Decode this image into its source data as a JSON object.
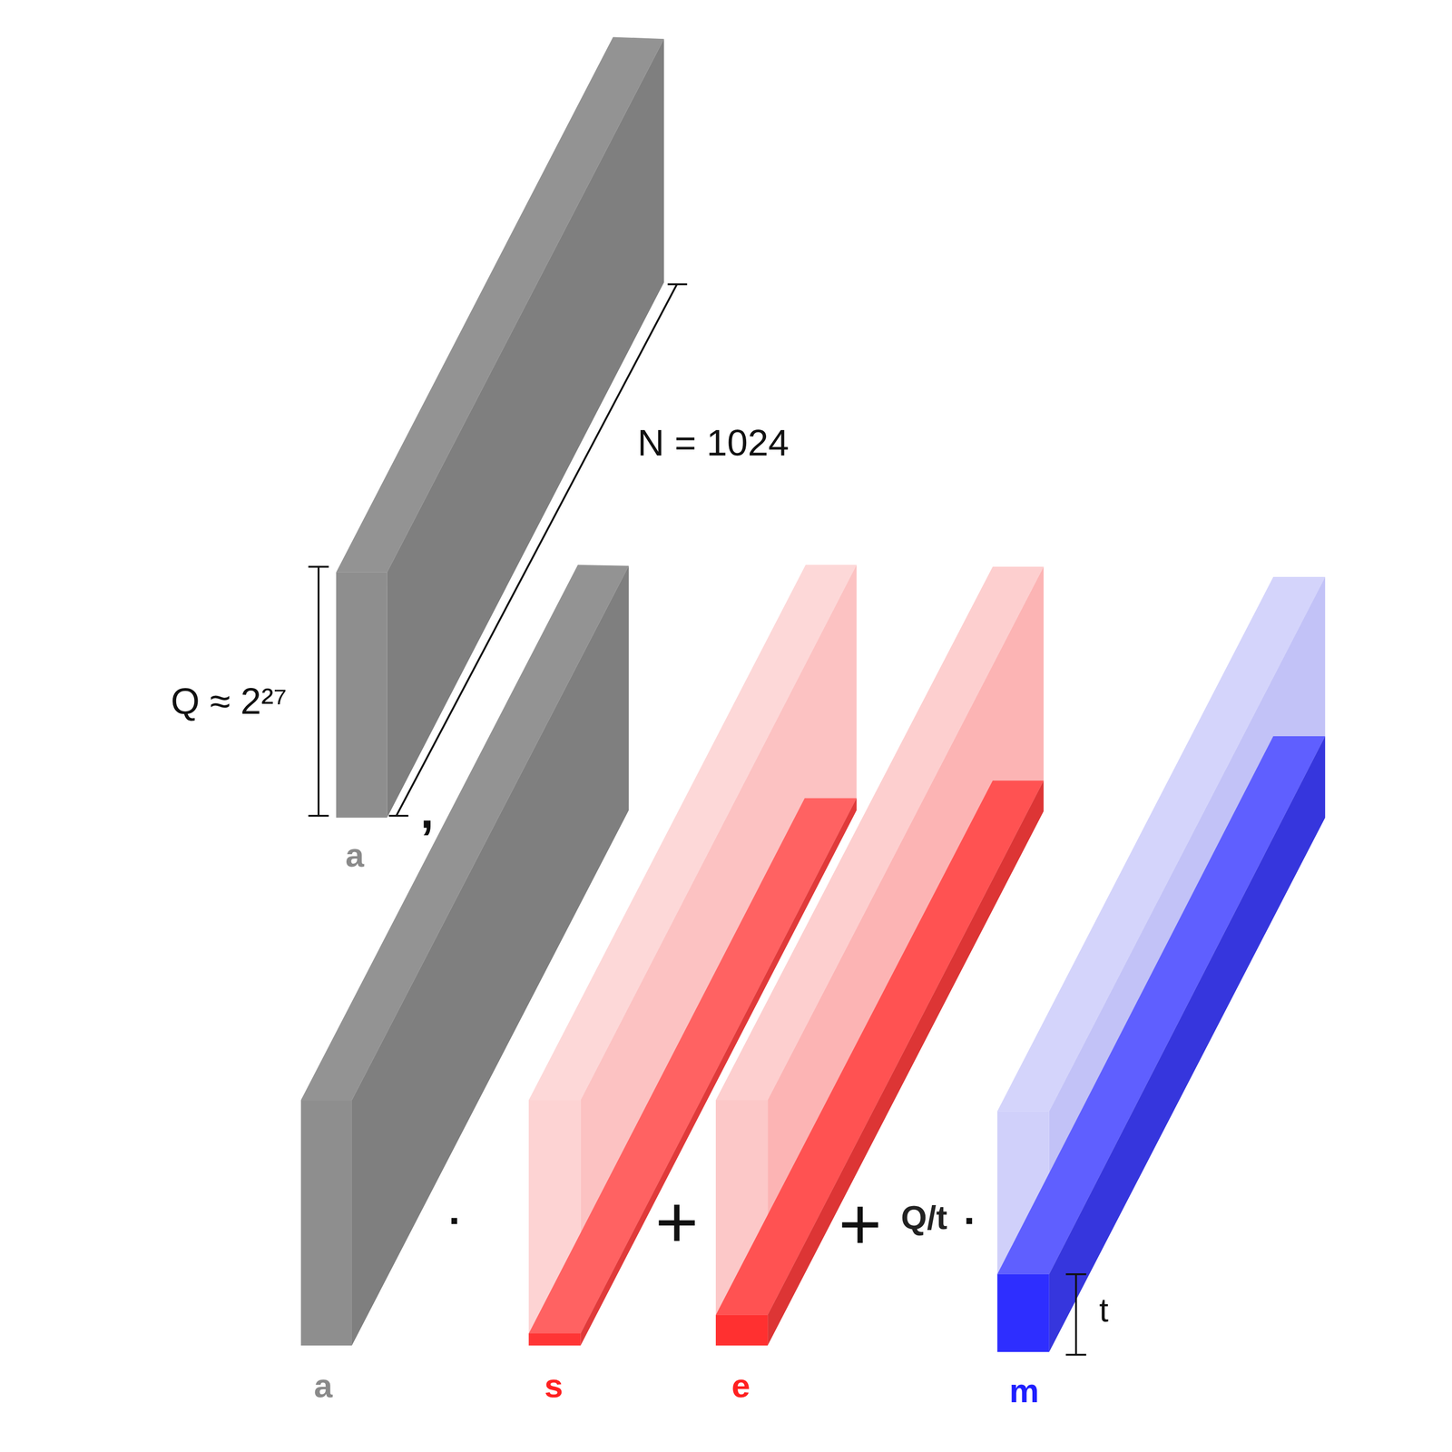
{
  "diagram": {
    "labels": [
      "Q ≈ 2²⁷",
      "N = 1024",
      ",",
      "a",
      "a",
      "·",
      "s",
      "+",
      "e",
      "+",
      "Q/t",
      "·",
      "m",
      "t"
    ]
  }
}
